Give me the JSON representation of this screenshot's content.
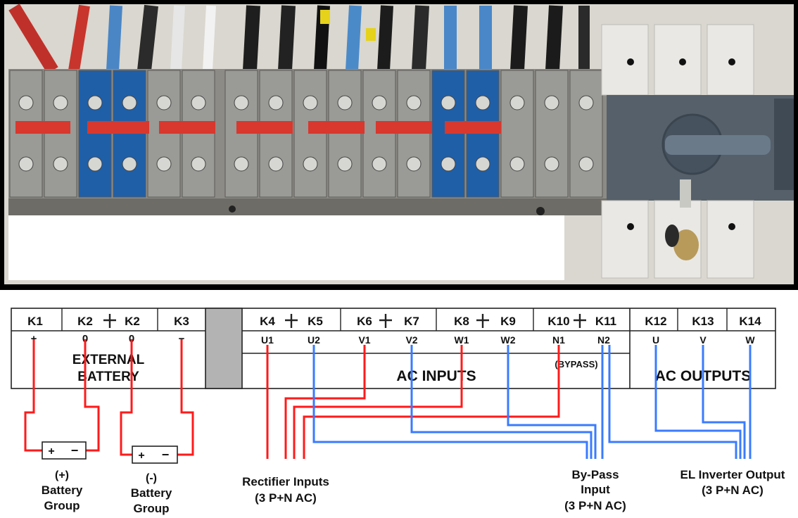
{
  "photo": {
    "description_icon": "terminal-block-photo-icon"
  },
  "terminals": [
    "K1",
    "K2",
    "K2",
    "K3",
    "K4",
    "K5",
    "K6",
    "K7",
    "K8",
    "K9",
    "K10",
    "K11",
    "K12",
    "K13",
    "K14"
  ],
  "terminal_pins": {
    "battery": [
      "+",
      "0",
      "0",
      "−"
    ],
    "ac_inputs": [
      "U1",
      "U2",
      "V1",
      "V2",
      "W1",
      "W2",
      "N1",
      "N2"
    ],
    "ac_outputs": [
      "U",
      "V",
      "W"
    ]
  },
  "sections": {
    "battery_line1": "EXTERNAL",
    "battery_line2": "BATTERY",
    "ac_inputs": "AC  INPUTS",
    "bypass": "(BYPASS)",
    "ac_outputs": "AC  OUTPUTS"
  },
  "battery_groups": [
    {
      "sign": "(+)",
      "line1": "Battery",
      "line2": "Group",
      "plus": "+",
      "minus": "−"
    },
    {
      "sign": "(-)",
      "line1": "Battery",
      "line2": "Group",
      "plus": "+",
      "minus": "−"
    }
  ],
  "bottom_labels": {
    "rectifier_line1": "Rectifier Inputs",
    "rectifier_line2": "(3 P+N AC)",
    "bypass_line1": "By-Pass",
    "bypass_line2": "Input",
    "bypass_line3": "(3 P+N AC)",
    "inverter_line1": "EL Inverter Output",
    "inverter_line2": "(3 P+N AC)"
  },
  "colors": {
    "battery_wire": "#ff1a1a",
    "rectifier_wire": "#ff1a1a",
    "bypass_wire": "#3a7bff",
    "output_wire": "#3a7bff",
    "terminal_blue": "#1f5fa8",
    "terminal_grey": "#9a9a96",
    "terminal_red": "#d8382e"
  }
}
